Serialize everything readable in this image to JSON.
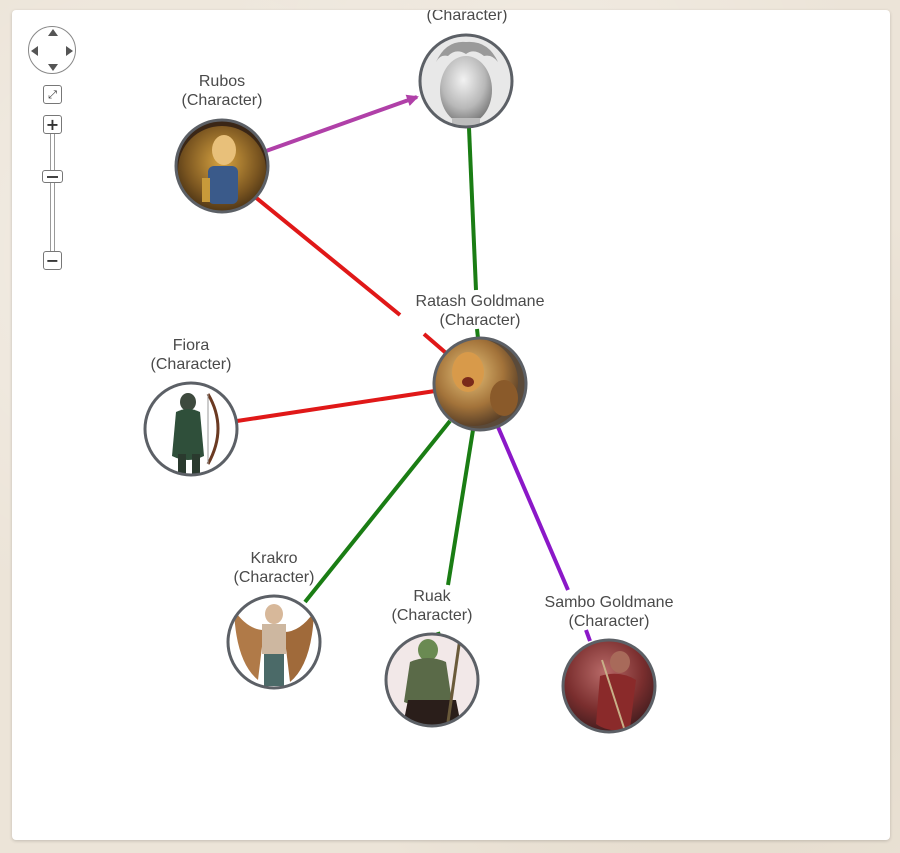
{
  "graph": {
    "nodes": [
      {
        "id": "top",
        "name": "",
        "type": "(Character)",
        "avatar": "statue-avatar"
      },
      {
        "id": "rubos",
        "name": "Rubos",
        "type": "(Character)",
        "avatar": "armored-figure-avatar"
      },
      {
        "id": "ratash",
        "name": "Ratash Goldmane",
        "type": "(Character)",
        "avatar": "lion-warrior-avatar"
      },
      {
        "id": "fiora",
        "name": "Fiora",
        "type": "(Character)",
        "avatar": "archer-avatar"
      },
      {
        "id": "krakro",
        "name": "Krakro",
        "type": "(Character)",
        "avatar": "winged-figure-avatar"
      },
      {
        "id": "ruak",
        "name": "Ruak",
        "type": "(Character)",
        "avatar": "orc-avatar"
      },
      {
        "id": "sambo",
        "name": "Sambo Goldmane",
        "type": "(Character)",
        "avatar": "red-warrior-avatar"
      }
    ],
    "edges": [
      {
        "from": "rubos",
        "to": "top",
        "color": "#b040a8",
        "directed": true
      },
      {
        "from": "rubos",
        "to": "ratash",
        "color": "#e01818",
        "directed": false
      },
      {
        "from": "top",
        "to": "ratash",
        "color": "#1a7d14",
        "directed": false
      },
      {
        "from": "fiora",
        "to": "ratash",
        "color": "#e01818",
        "directed": false
      },
      {
        "from": "krakro",
        "to": "ratash",
        "color": "#1a7d14",
        "directed": false
      },
      {
        "from": "ruak",
        "to": "ratash",
        "color": "#1a7d14",
        "directed": false
      },
      {
        "from": "sambo",
        "to": "ratash",
        "color": "#8b18c8",
        "directed": false
      }
    ]
  },
  "controls": {
    "fit_icon": "⤢",
    "zoom_in_label": "+",
    "zoom_out_label": "−"
  }
}
